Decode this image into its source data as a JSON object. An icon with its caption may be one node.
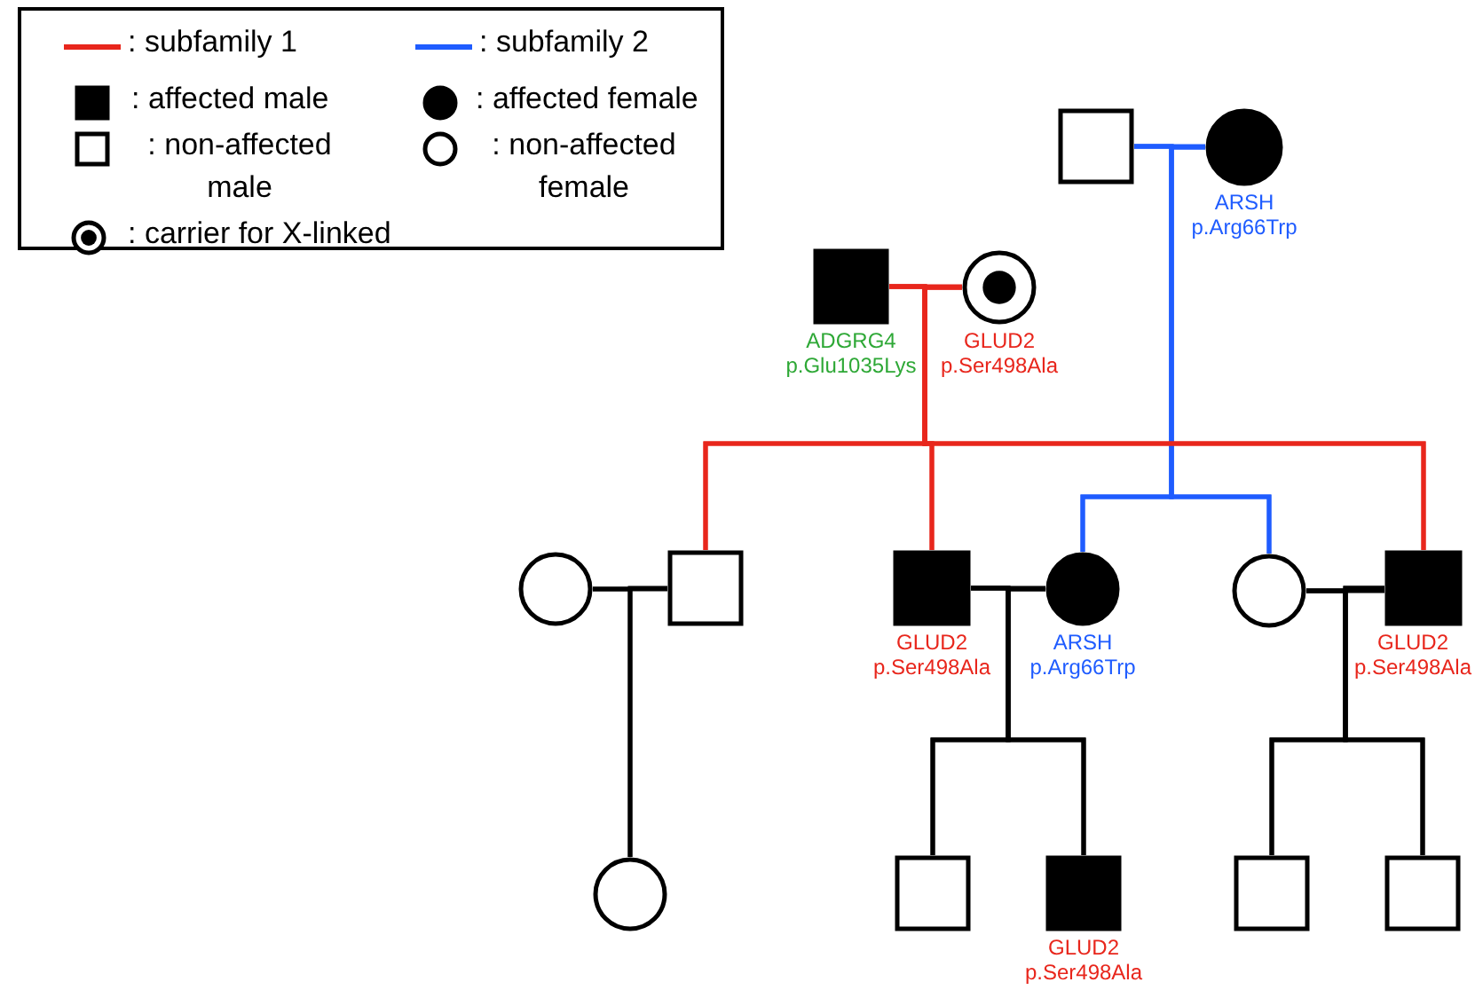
{
  "diagram": {
    "nodes": [
      {
        "text": [],
        "shape": "box"
      },
      {
        "text": [],
        "shape": "filled-circle",
        "beside": [
          "ARSH",
          "p.Arg66Trp"
        ]
      },
      {
        "text": [],
        "shape": "filled-box",
        "beside": [
          "ADGRG4",
          "p.Glu1035Lys"
        ]
      },
      {
        "text": [],
        "shape": "dotted-circle",
        "beside": [
          "GLUD2",
          "p.Ser498Ala"
        ]
      },
      {
        "text": [],
        "shape": "circle"
      },
      {
        "text": [],
        "shape": "box"
      },
      {
        "text": [],
        "shape": "filled-box",
        "beside": [
          "GLUD2",
          "p.Ser498Ala"
        ]
      },
      {
        "text": [],
        "shape": "filled-circle",
        "beside": [
          "ARSH",
          "p.Arg66Trp"
        ]
      },
      {
        "text": [],
        "shape": "circle"
      },
      {
        "text": [],
        "shape": "filled-box",
        "beside": [
          "GLUD2",
          "p.Ser498Ala"
        ]
      },
      {
        "text": [],
        "shape": "circle"
      },
      {
        "text": [],
        "shape": "box"
      },
      {
        "text": [],
        "shape": "filled-box",
        "beside": [
          "GLUD2",
          "p.Ser498Ala"
        ]
      },
      {
        "text": [],
        "shape": "box"
      },
      {
        "text": [],
        "shape": "box"
      }
    ],
    "edges": [
      {
        "from": 0,
        "to": 1,
        "arrow": "none",
        "color": "#1f5cff"
      },
      {
        "from": 2,
        "to": 3,
        "arrow": "none",
        "color": "#e8261c"
      },
      {
        "from": 4,
        "to": 5,
        "arrow": "none"
      },
      {
        "from": 6,
        "to": 7,
        "arrow": "none"
      },
      {
        "from": 8,
        "to": 9,
        "arrow": "none"
      },
      {
        "from": 0,
        "to": 7,
        "arrow": "none",
        "color": "#1f5cff"
      },
      {
        "from": 1,
        "to": 7,
        "arrow": "none",
        "color": "#1f5cff"
      },
      {
        "from": 0,
        "to": 8,
        "arrow": "none",
        "color": "#1f5cff"
      },
      {
        "from": 1,
        "to": 8,
        "arrow": "none",
        "color": "#1f5cff"
      },
      {
        "from": 2,
        "to": 5,
        "arrow": "none",
        "color": "#e8261c"
      },
      {
        "from": 3,
        "to": 5,
        "arrow": "none",
        "color": "#e8261c"
      },
      {
        "from": 2,
        "to": 6,
        "arrow": "none",
        "color": "#e8261c"
      },
      {
        "from": 3,
        "to": 6,
        "arrow": "none",
        "color": "#e8261c"
      },
      {
        "from": 2,
        "to": 9,
        "arrow": "none",
        "color": "#e8261c"
      },
      {
        "from": 3,
        "to": 9,
        "arrow": "none",
        "color": "#e8261c"
      },
      {
        "from": 4,
        "to": 10,
        "arrow": "none"
      },
      {
        "from": 5,
        "to": 10,
        "arrow": "none"
      },
      {
        "from": 6,
        "to": 11,
        "arrow": "none"
      },
      {
        "from": 7,
        "to": 11,
        "arrow": "none"
      },
      {
        "from": 6,
        "to": 12,
        "arrow": "none"
      },
      {
        "from": 7,
        "to": 12,
        "arrow": "none"
      },
      {
        "from": 8,
        "to": 13,
        "arrow": "none"
      },
      {
        "from": 9,
        "to": 13,
        "arrow": "none"
      },
      {
        "from": 8,
        "to": 14,
        "arrow": "none"
      },
      {
        "from": 9,
        "to": 14,
        "arrow": "none"
      }
    ],
    "legend": [
      {
        "text": ": subfamily 1",
        "color": "#e8261c"
      },
      {
        "text": ": subfamily 2",
        "color": "#1f5cff"
      },
      {
        "text": ": affected male"
      },
      {
        "text": ": affected female"
      },
      {
        "text": ": non-affected male"
      },
      {
        "text": ": non-affected female"
      },
      {
        "text": ": carrier for X-linked"
      }
    ]
  }
}
